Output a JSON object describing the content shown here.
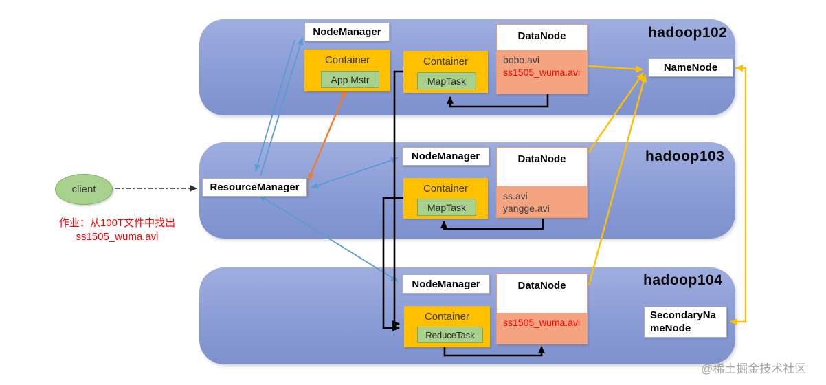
{
  "colors": {
    "cluster_fill": "#8A9CD6",
    "container_fill": "#FFC000",
    "task_fill": "#A9D18E",
    "datanode_fill": "#F5A482",
    "blue_arrow": "#5B9BD5",
    "orange_arrow": "#ED7D31",
    "yellow_arrow": "#FFC000",
    "black_line": "#000000",
    "red_text": "#FF0000"
  },
  "client": {
    "label": "client"
  },
  "job_note": {
    "line1": "作业：从100T文件中找出",
    "line2": "ss1505_wuma.avi"
  },
  "watermark": "@稀土掘金技术社区",
  "clusters": {
    "h102": {
      "title": "hadoop102",
      "node_manager": "NodeManager",
      "container_app": {
        "label": "Container",
        "task": "App Mstr"
      },
      "container_map": {
        "label": "Container",
        "task": "MapTask"
      },
      "datanode": {
        "title": "DataNode",
        "files": [
          "bobo.avi",
          "ss1505_wuma.avi"
        ]
      },
      "namenode": "NameNode"
    },
    "h103": {
      "title": "hadoop103",
      "resource_manager": "ResourceManager",
      "node_manager": "NodeManager",
      "container_map": {
        "label": "Container",
        "task": "MapTask"
      },
      "datanode": {
        "title": "DataNode",
        "files": [
          "ss.avi",
          "yangge.avi"
        ]
      }
    },
    "h104": {
      "title": "hadoop104",
      "node_manager": "NodeManager",
      "container_reduce": {
        "label": "Container",
        "task": "ReduceTask"
      },
      "datanode": {
        "title": "DataNode",
        "files": [
          "ss1505_wuma.avi"
        ]
      },
      "secondary_namenode": "SecondaryNameNode"
    }
  }
}
